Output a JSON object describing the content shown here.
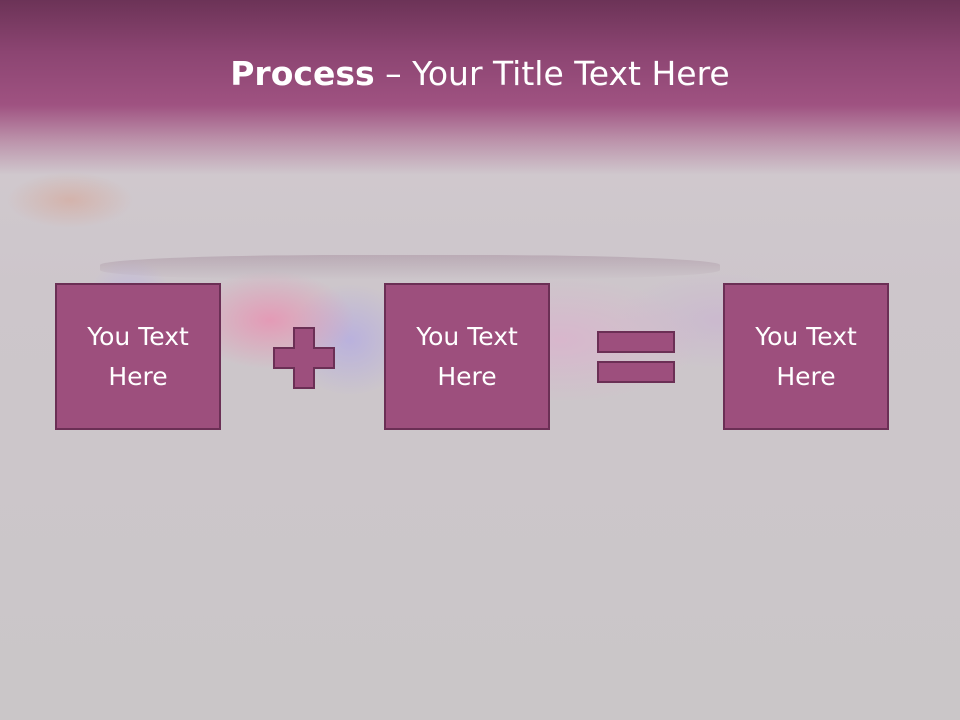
{
  "title": {
    "bold": "Process",
    "rest": " – Your Title Text Here"
  },
  "process": {
    "boxes": [
      {
        "label": "You Text Here"
      },
      {
        "label": "You Text Here"
      },
      {
        "label": "You Text Here"
      }
    ],
    "operators": [
      "plus-icon",
      "equals-icon"
    ]
  },
  "colors": {
    "header": "#9f5281",
    "box_fill": "#9d4f7d",
    "box_border": "#6b2f55",
    "text": "#ffffff"
  }
}
